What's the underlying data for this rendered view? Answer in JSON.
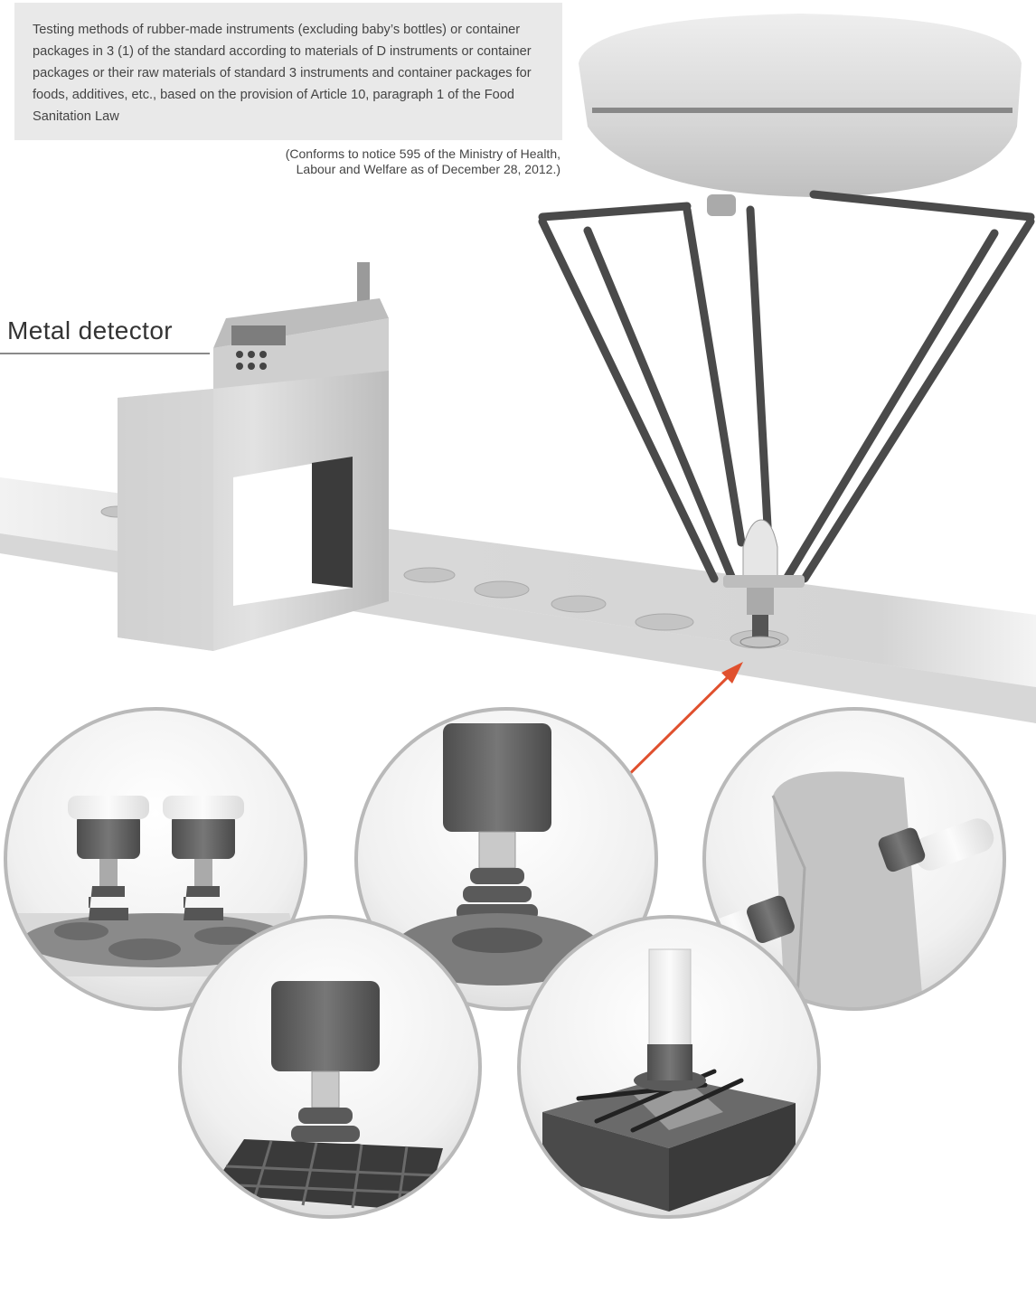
{
  "header": {
    "note": "Testing methods of rubber-made instruments (excluding baby’s bottles) or container packages in 3 (1) of the standard according to materials of D instruments or container packages or their raw materials of standard 3 instruments and container packages for foods, additives, etc., based on the provision of Article 10, paragraph 1 of the Food Sanitation Law",
    "conforms": "(Conforms to notice 595 of the Ministry of Health,\nLabour and Welfare as of December 28, 2012.)"
  },
  "labels": {
    "metal_detector": "Metal detector"
  },
  "colors": {
    "arrow": "#e0502e",
    "circle_border": "#b9b9b9",
    "rubber": "#5e5e5e",
    "steel": "#cfcfcf"
  },
  "icons": {
    "robot": "delta-robot-illustration",
    "detector": "metal-detector-illustration",
    "conveyor": "conveyor-belt-illustration"
  }
}
